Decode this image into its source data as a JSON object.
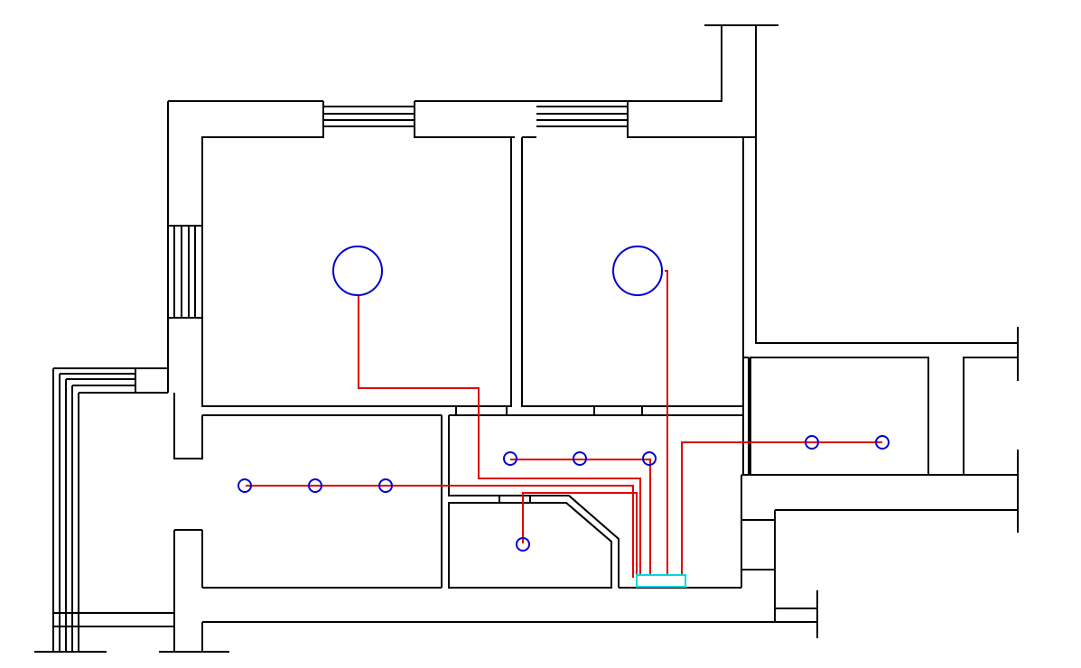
{
  "drawing": {
    "kind": "floor plan electrical lighting layout",
    "colors": {
      "walls": "#000000",
      "wiring": "#e00000",
      "lamps": "#0000cc",
      "distribution_panel": "#00d8e0",
      "background": "#ffffff"
    },
    "symbols": [
      {
        "name": "ceiling-lamp-large",
        "count": 2
      },
      {
        "name": "ceiling-lamp-small",
        "count": 9
      },
      {
        "name": "distribution-panel",
        "count": 1
      }
    ]
  }
}
